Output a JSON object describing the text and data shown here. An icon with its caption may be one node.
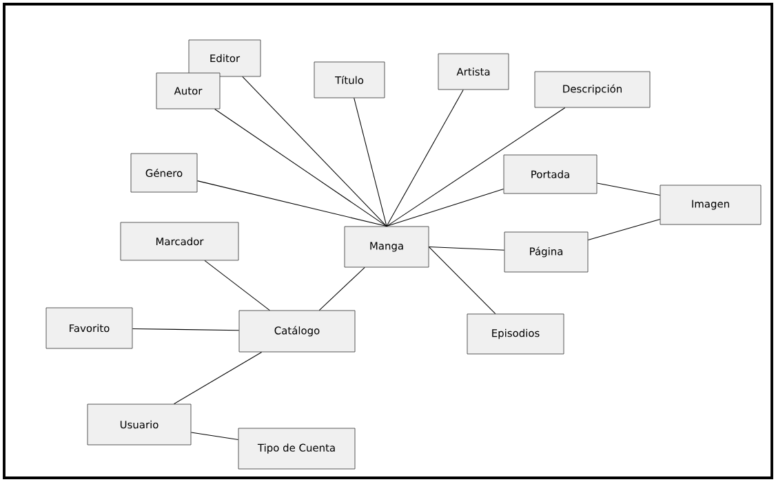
{
  "diagram": {
    "nodes": [
      {
        "text": [
          "Editor"
        ]
      },
      {
        "text": [
          "Título"
        ]
      },
      {
        "text": [
          "Artista"
        ]
      },
      {
        "text": [
          "Autor"
        ]
      },
      {
        "text": [
          "Descripción"
        ]
      },
      {
        "text": [
          "Género"
        ]
      },
      {
        "text": [
          "Portada"
        ]
      },
      {
        "text": [
          "Imagen"
        ]
      },
      {
        "text": [
          "Marcador"
        ]
      },
      {
        "text": [
          "Manga"
        ]
      },
      {
        "text": [
          "Página"
        ]
      },
      {
        "text": [
          "Favorito"
        ]
      },
      {
        "text": [
          "Catálogo"
        ]
      },
      {
        "text": [
          "Episodios"
        ]
      },
      {
        "text": [
          "Usuario"
        ]
      },
      {
        "text": [
          "Tipo de Cuenta"
        ]
      }
    ],
    "edges": [
      {
        "from": 9,
        "to": 0,
        "arrow": "none"
      },
      {
        "from": 9,
        "to": 1,
        "arrow": "none"
      },
      {
        "from": 9,
        "to": 2,
        "arrow": "none"
      },
      {
        "from": 9,
        "to": 3,
        "arrow": "none"
      },
      {
        "from": 9,
        "to": 4,
        "arrow": "none"
      },
      {
        "from": 9,
        "to": 5,
        "arrow": "none"
      },
      {
        "from": 9,
        "to": 6,
        "arrow": "none"
      },
      {
        "from": 9,
        "to": 10,
        "arrow": "none"
      },
      {
        "from": 9,
        "to": 13,
        "arrow": "none"
      },
      {
        "from": 9,
        "to": 12,
        "arrow": "none"
      },
      {
        "from": 6,
        "to": 7,
        "arrow": "none"
      },
      {
        "from": 10,
        "to": 7,
        "arrow": "none"
      },
      {
        "from": 12,
        "to": 8,
        "arrow": "none"
      },
      {
        "from": 12,
        "to": 11,
        "arrow": "none"
      },
      {
        "from": 12,
        "to": 14,
        "arrow": "none"
      },
      {
        "from": 14,
        "to": 15,
        "arrow": "none"
      }
    ]
  }
}
